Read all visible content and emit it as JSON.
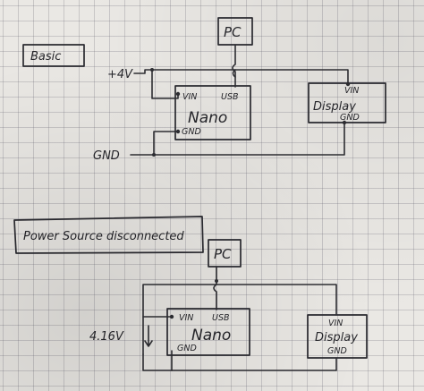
{
  "sections": {
    "basic": {
      "label": "Basic",
      "supply_label": "+4V",
      "ground_label": "GND",
      "pc": "PC",
      "nano": {
        "name": "Nano",
        "vin": "VIN",
        "usb": "USB",
        "gnd": "GND"
      },
      "display": {
        "name": "Display",
        "vin": "VIN",
        "gnd": "GND"
      }
    },
    "disconnected": {
      "label": "Power Source disconnected",
      "voltage_label": "4.16V",
      "pc": "PC",
      "nano": {
        "name": "Nano",
        "vin": "VIN",
        "usb": "USB",
        "gnd": "GND"
      },
      "display": {
        "name": "Display",
        "vin": "VIN",
        "gnd": "GND"
      }
    }
  },
  "colors": {
    "ink": "#2e2e33",
    "paper": "#eae8e4",
    "grid": "#8c8c96"
  }
}
